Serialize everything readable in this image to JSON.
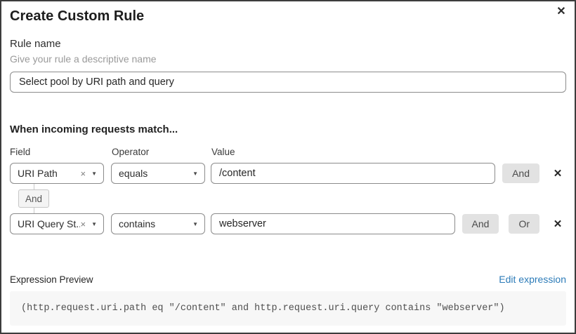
{
  "dialog": {
    "title": "Create Custom Rule"
  },
  "icons": {
    "close": "✕",
    "remove": "✕",
    "clear": "×",
    "caret_down": "▼"
  },
  "rule_name": {
    "label": "Rule name",
    "helper": "Give your rule a descriptive name",
    "value": "Select pool by URI path and query"
  },
  "matcher": {
    "heading": "When incoming requests match...",
    "columns": {
      "field": "Field",
      "operator": "Operator",
      "value": "Value"
    },
    "rows": [
      {
        "field": "URI Path",
        "operator": "equals",
        "value": "/content",
        "buttons": [
          "And"
        ]
      },
      {
        "field": "URI Query St...",
        "operator": "contains",
        "value": "webserver",
        "buttons": [
          "And",
          "Or"
        ]
      }
    ],
    "connector_label": "And"
  },
  "expression": {
    "label": "Expression Preview",
    "edit_link": "Edit expression",
    "code": "(http.request.uri.path eq \"/content\" and http.request.uri.query contains \"webserver\")"
  },
  "colors": {
    "link_blue": "#2c7bb8",
    "button_gray": "#e2e2e2",
    "code_background": "#f7f7f7",
    "border_gray": "#8b8b8b",
    "dialog_border": "#3c3c3c"
  }
}
